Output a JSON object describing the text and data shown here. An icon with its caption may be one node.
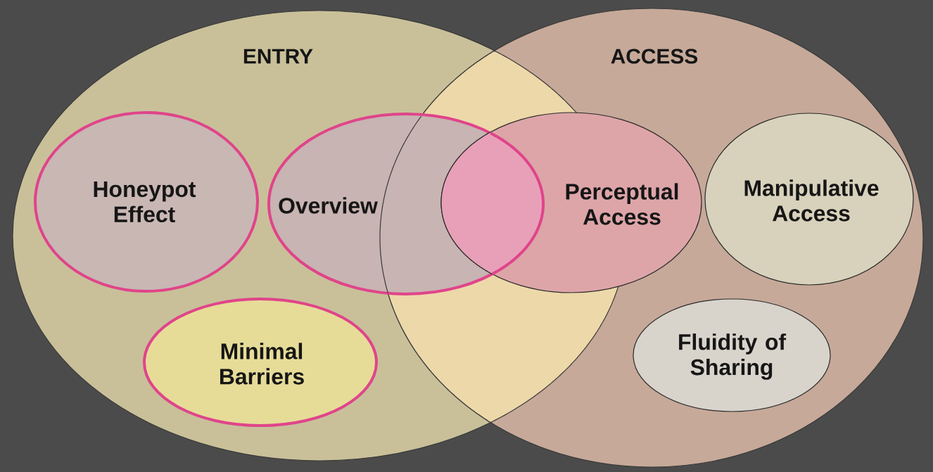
{
  "diagram": {
    "nodes": [
      {
        "text": [
          "ENTRY"
        ]
      },
      {
        "text": [
          "ACCESS"
        ]
      },
      {
        "text": [
          "Honeypot Effect"
        ],
        "in": 0
      },
      {
        "text": [
          "Overview"
        ],
        "in": 0
      },
      {
        "text": [
          "Perceptual Access"
        ],
        "in": 1
      },
      {
        "text": [
          "Manipulative Access"
        ],
        "in": 1
      },
      {
        "text": [
          "Minimal Barriers"
        ],
        "in": 0
      },
      {
        "text": [
          "Fluidity of Sharing"
        ],
        "in": 1
      }
    ]
  }
}
